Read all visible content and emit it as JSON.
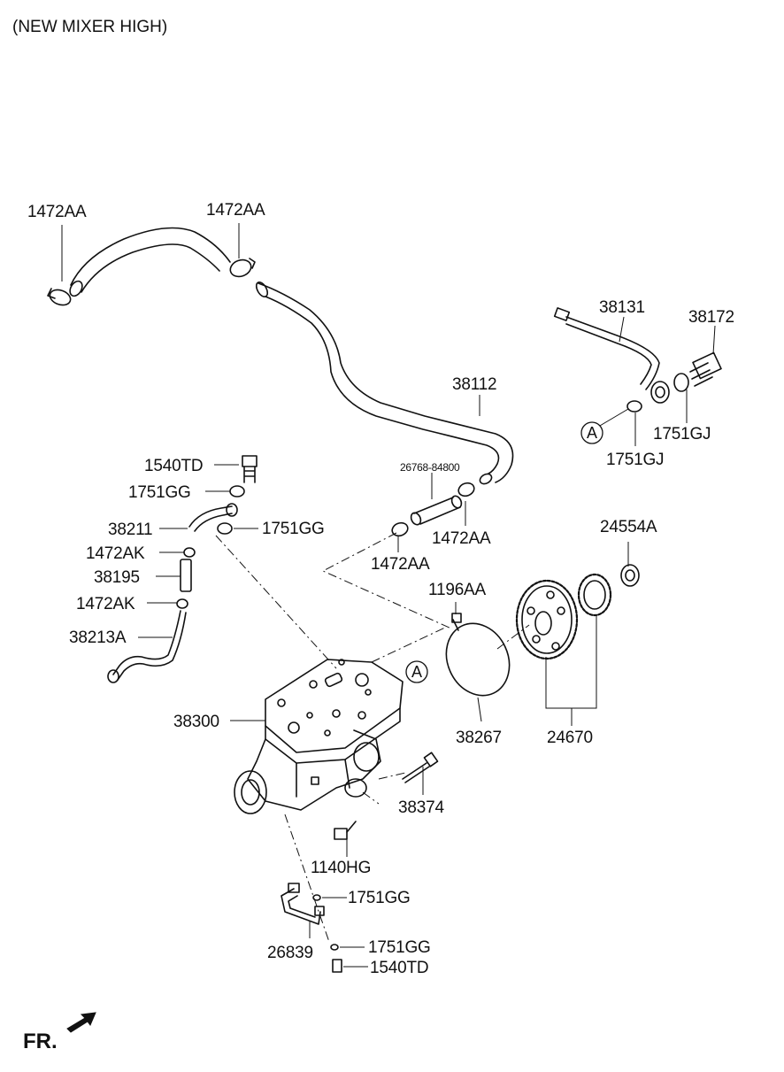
{
  "title": "(NEW MIXER HIGH)",
  "direction_label": "FR.",
  "ref_marker": "A",
  "labels": {
    "l1472aa_a": "1472AA",
    "l1472aa_b": "1472AA",
    "l1472aa_c": "1472AA",
    "l1472aa_d": "1472AA",
    "l38131": "38131",
    "l38172": "38172",
    "l38112": "38112",
    "l1751gj_a": "1751GJ",
    "l1751gj_b": "1751GJ",
    "l1540td_a": "1540TD",
    "l26768": "26768-84800",
    "l1751gg_a": "1751GG",
    "l1751gg_b": "1751GG",
    "l38211": "38211",
    "l24554a": "24554A",
    "l1472ak_a": "1472AK",
    "l38195": "38195",
    "l1196aa": "1196AA",
    "l1472ak_b": "1472AK",
    "l38213a": "38213A",
    "l38300": "38300",
    "l38267": "38267",
    "l24670": "24670",
    "l38374": "38374",
    "l1140hg": "1140HG",
    "l1751gg_c": "1751GG",
    "l26839": "26839",
    "l1751gg_d": "1751GG",
    "l1540td_b": "1540TD"
  }
}
